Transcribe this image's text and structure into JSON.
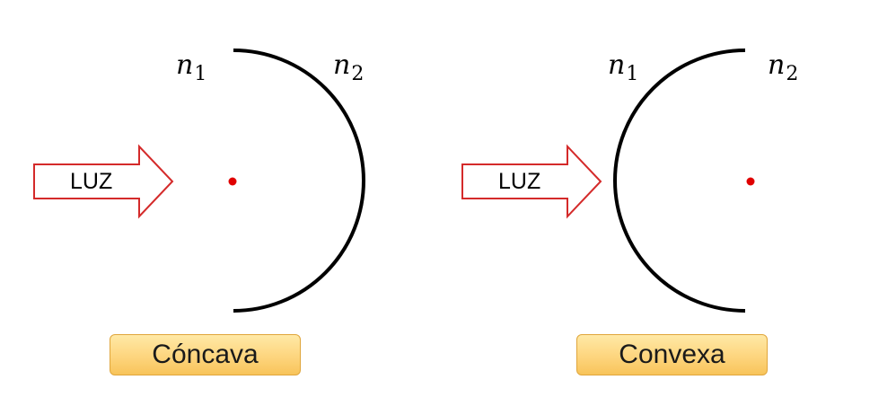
{
  "colors": {
    "curve": "#000000",
    "focal_point": "#e00000",
    "arrow_outline": "#d42a2a",
    "caption_fill": "#fdd57e",
    "caption_border": "#e0a63c"
  },
  "panels": [
    {
      "id": "concave",
      "index_left": {
        "symbol": "n",
        "subscript": "1"
      },
      "index_right": {
        "symbol": "n",
        "subscript": "2"
      },
      "arrow_label": "LUZ",
      "caption": "Cóncava"
    },
    {
      "id": "convex",
      "index_left": {
        "symbol": "n",
        "subscript": "1"
      },
      "index_right": {
        "symbol": "n",
        "subscript": "2"
      },
      "arrow_label": "LUZ",
      "caption": "Convexa"
    }
  ]
}
